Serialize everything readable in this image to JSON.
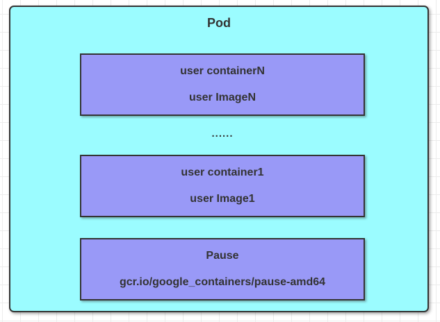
{
  "pod": {
    "title": "Pod",
    "ellipsis": "......",
    "containers": [
      {
        "name": "user containerN",
        "image": "user ImageN"
      },
      {
        "name": "user container1",
        "image": "user Image1"
      },
      {
        "name": "Pause",
        "image": "gcr.io/google_containers/pause-amd64"
      }
    ]
  },
  "colors": {
    "pod-fill": "#9bfcff",
    "container-fill": "#9999f7",
    "border-color": "#333333",
    "text-color": "#333333",
    "grid-line": "#ececec",
    "page-bg": "#ffffff"
  }
}
